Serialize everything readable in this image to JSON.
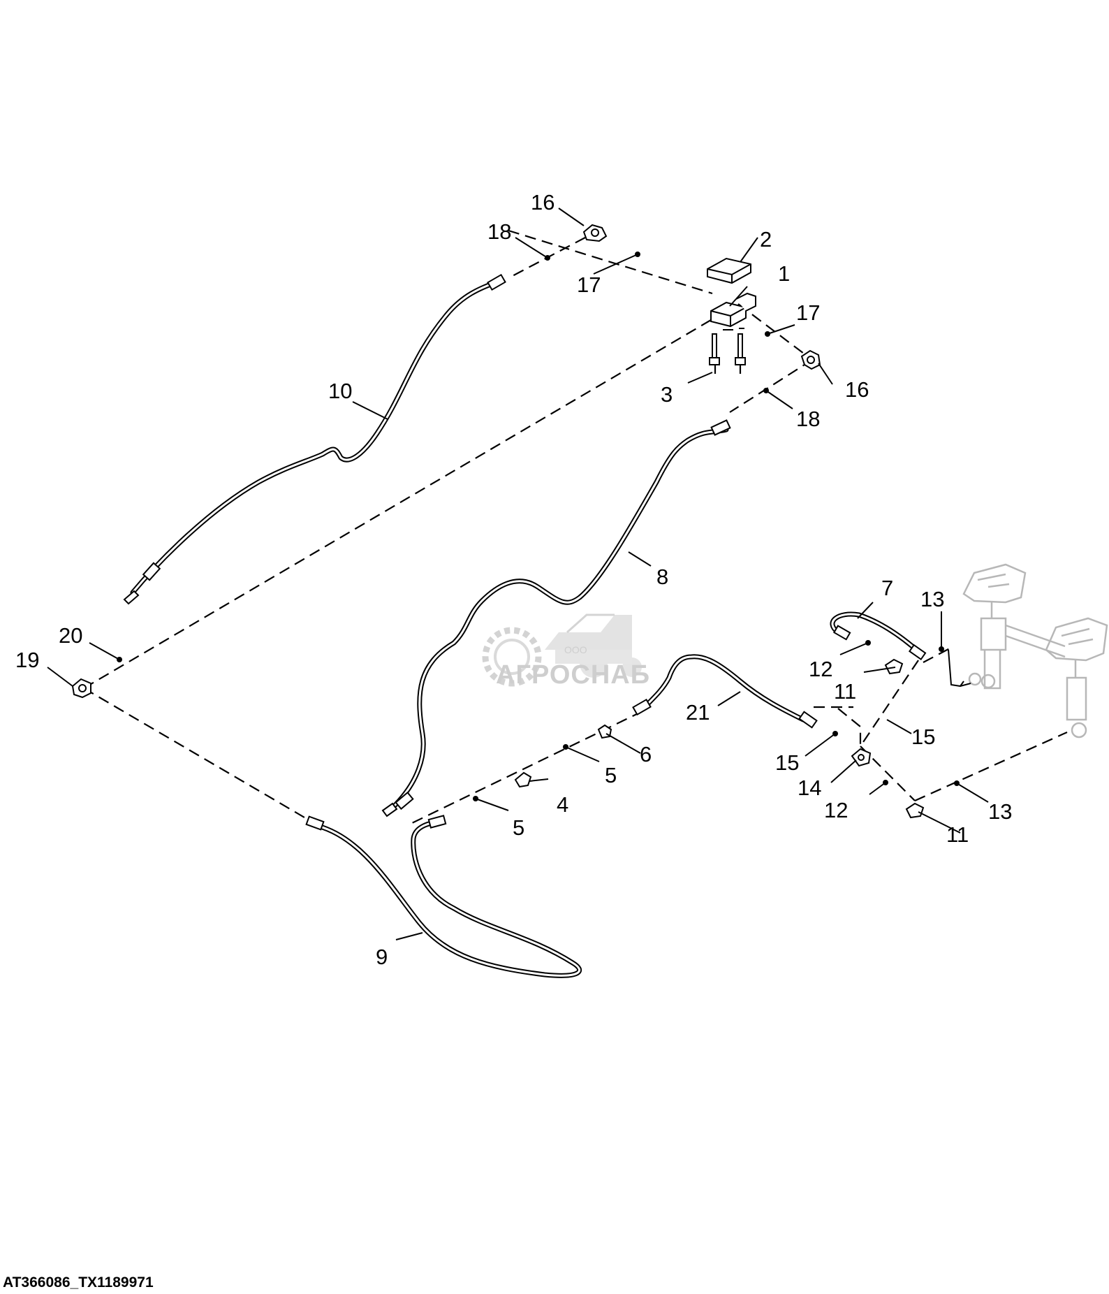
{
  "figure": {
    "reference_id": "AT366086_TX1189971",
    "watermark": {
      "company_prefix": "ООО",
      "company_name": "АГРОСНАБ"
    }
  },
  "callouts": {
    "c1": "1",
    "c2": "2",
    "c3": "3",
    "c4": "4",
    "c5a": "5",
    "c5b": "5",
    "c6": "6",
    "c7": "7",
    "c8": "8",
    "c9": "9",
    "c10": "10",
    "c11a": "11",
    "c11b": "11",
    "c12a": "12",
    "c12b": "12",
    "c13a": "13",
    "c13b": "13",
    "c14": "14",
    "c15a": "15",
    "c15b": "15",
    "c16a": "16",
    "c16b": "16",
    "c17a": "17",
    "c17b": "17",
    "c18a": "18",
    "c18b": "18",
    "c19": "19",
    "c20": "20",
    "c21": "21"
  }
}
